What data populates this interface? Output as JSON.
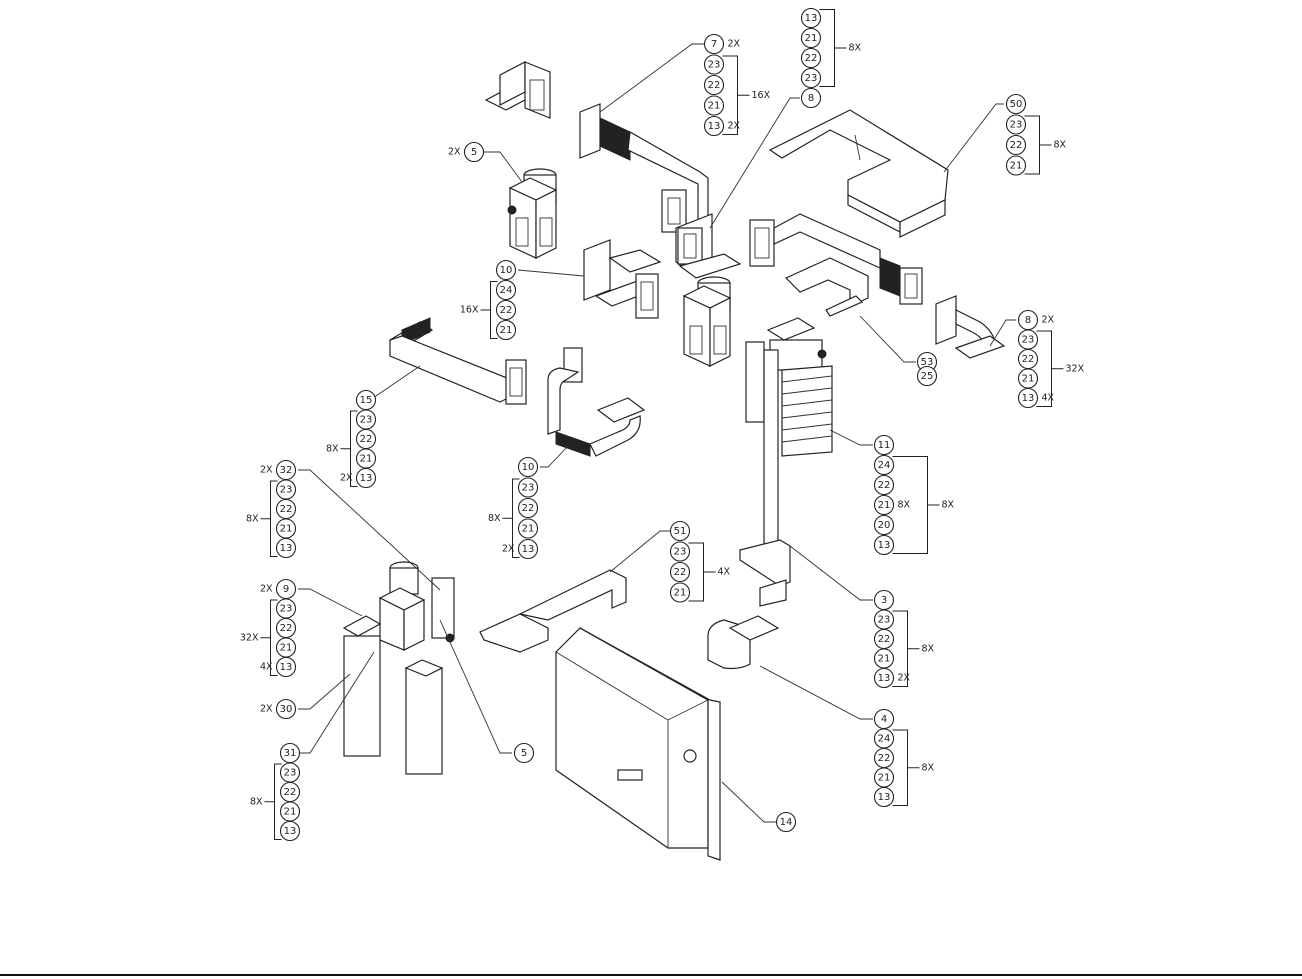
{
  "title": "Waveguide assembly exploded view",
  "callout_groups": [
    {
      "id": "g7",
      "items": [
        "7",
        "23",
        "22",
        "21",
        "13"
      ],
      "item_qty": {
        "7": "2X",
        "13": "2X"
      },
      "group_qty": "16X",
      "bracket_side": "right"
    },
    {
      "id": "g8a",
      "items": [
        "13",
        "21",
        "22",
        "23",
        "8"
      ],
      "item_qty": {},
      "group_qty": "8X",
      "bracket_side": "right"
    },
    {
      "id": "g50",
      "items": [
        "50",
        "23",
        "22",
        "21"
      ],
      "item_qty": {},
      "group_qty": "8X",
      "bracket_side": "right"
    },
    {
      "id": "g5a",
      "items": [
        "5"
      ],
      "item_qty": {
        "5": "2X"
      },
      "group_qty": "",
      "bracket_side": "none"
    },
    {
      "id": "g10a",
      "items": [
        "10",
        "24",
        "22",
        "21"
      ],
      "item_qty": {},
      "group_qty": "16X",
      "bracket_side": "left"
    },
    {
      "id": "g53",
      "items": [
        "53",
        "25"
      ],
      "item_qty": {},
      "group_qty": "",
      "bracket_side": "none"
    },
    {
      "id": "g8b",
      "items": [
        "8",
        "23",
        "22",
        "21",
        "13"
      ],
      "item_qty": {
        "8": "2X",
        "13": "4X"
      },
      "group_qty": "32X",
      "bracket_side": "right"
    },
    {
      "id": "g15",
      "items": [
        "15",
        "23",
        "22",
        "21",
        "13"
      ],
      "item_qty": {
        "13": "2X"
      },
      "group_qty": "8X",
      "bracket_side": "left"
    },
    {
      "id": "g10b",
      "items": [
        "10",
        "23",
        "22",
        "21",
        "13"
      ],
      "item_qty": {
        "13": "2X"
      },
      "group_qty": "8X",
      "bracket_side": "left"
    },
    {
      "id": "g11",
      "items": [
        "11",
        "24",
        "22",
        "21",
        "20",
        "13"
      ],
      "item_qty": {
        "21": "8X"
      },
      "group_qty": "8X",
      "bracket_side": "right"
    },
    {
      "id": "g32",
      "items": [
        "32",
        "23",
        "22",
        "21",
        "13"
      ],
      "item_qty": {
        "32": "2X"
      },
      "group_qty": "8X",
      "bracket_side": "left"
    },
    {
      "id": "g9",
      "items": [
        "9",
        "23",
        "22",
        "21",
        "13"
      ],
      "item_qty": {
        "9": "2X",
        "13": "4X"
      },
      "group_qty": "32X",
      "bracket_side": "left"
    },
    {
      "id": "g30",
      "items": [
        "30"
      ],
      "item_qty": {
        "30": "2X"
      },
      "group_qty": "",
      "bracket_side": "none"
    },
    {
      "id": "g31",
      "items": [
        "31",
        "23",
        "22",
        "21",
        "13"
      ],
      "item_qty": {},
      "group_qty": "8X",
      "bracket_side": "left"
    },
    {
      "id": "g51",
      "items": [
        "51",
        "23",
        "22",
        "21"
      ],
      "item_qty": {},
      "group_qty": "4X",
      "bracket_side": "right"
    },
    {
      "id": "g3",
      "items": [
        "3",
        "23",
        "22",
        "21",
        "13"
      ],
      "item_qty": {
        "13": "2X"
      },
      "group_qty": "8X",
      "bracket_side": "right"
    },
    {
      "id": "g4",
      "items": [
        "4",
        "24",
        "22",
        "21",
        "13"
      ],
      "item_qty": {},
      "group_qty": "8X",
      "bracket_side": "right"
    },
    {
      "id": "g5b",
      "items": [
        "5"
      ],
      "item_qty": {},
      "group_qty": "",
      "bracket_side": "none"
    },
    {
      "id": "g14",
      "items": [
        "14"
      ],
      "item_qty": {},
      "group_qty": "",
      "bracket_side": "none"
    }
  ]
}
